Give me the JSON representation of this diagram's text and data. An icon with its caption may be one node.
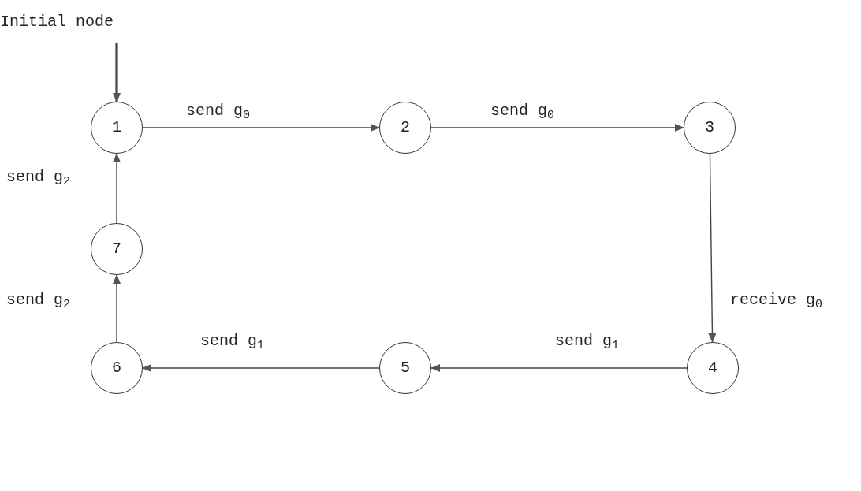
{
  "diagram": {
    "nodes": [
      {
        "text": [
          "Initial node"
        ]
      },
      {
        "text": [
          "1"
        ]
      },
      {
        "text": [
          "2"
        ]
      },
      {
        "text": [
          "3"
        ]
      },
      {
        "text": [
          "4"
        ]
      },
      {
        "text": [
          "5"
        ]
      },
      {
        "text": [
          "6"
        ]
      },
      {
        "text": [
          "7"
        ]
      }
    ],
    "edges": [
      {
        "from": 0,
        "to": 1,
        "arrow": "to",
        "style": "thick"
      },
      {
        "from": 1,
        "to": 2,
        "arrow": "to",
        "label": "send g$_{0}$"
      },
      {
        "from": 2,
        "to": 3,
        "arrow": "to",
        "label": "send g$_{0}$"
      },
      {
        "from": 3,
        "to": 4,
        "arrow": "to",
        "label": "receive g$_{0}$"
      },
      {
        "from": 4,
        "to": 5,
        "arrow": "to",
        "label": "send g$_{1}$"
      },
      {
        "from": 5,
        "to": 6,
        "arrow": "to",
        "label": "send g$_{1}$"
      },
      {
        "from": 6,
        "to": 7,
        "arrow": "to",
        "label": "send g$_{2}$"
      },
      {
        "from": 7,
        "to": 1,
        "arrow": "to",
        "label": "send g$_{2}$"
      }
    ]
  }
}
